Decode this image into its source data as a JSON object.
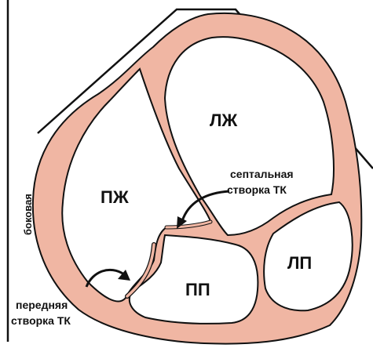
{
  "colors": {
    "tissue_fill": "#f0b6a3",
    "outline": "#111111",
    "background": "#ffffff"
  },
  "labels": {
    "lv": "ЛЖ",
    "rv": "ПЖ",
    "ra": "ПП",
    "la": "ЛП",
    "septal_leaflet_line1": "септальная",
    "septal_leaflet_line2": "створка ТК",
    "anterior_leaflet_line1": "передняя",
    "anterior_leaflet_line2": "створка ТК",
    "lateral_wall": "боковая"
  }
}
